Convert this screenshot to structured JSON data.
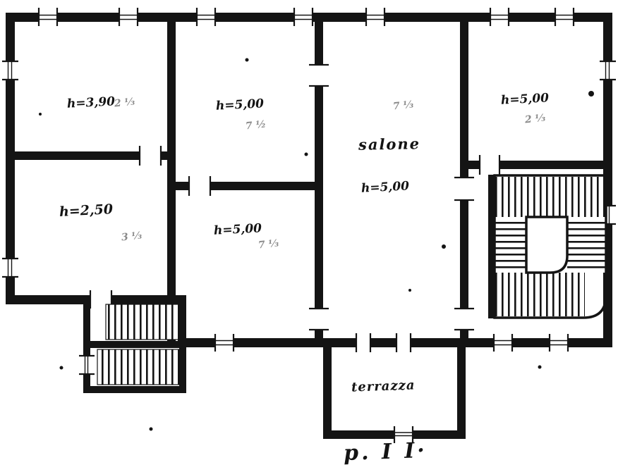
{
  "colors": {
    "ink": "#141414",
    "paper": "#ffffff"
  },
  "caption": "p. I I·",
  "rooms": {
    "top_left": {
      "height": "h=3,90",
      "note": "2 ⅓"
    },
    "mid_top": {
      "height": "h=5,00",
      "note": "7 ½"
    },
    "mid_low": {
      "height": "h=5,00",
      "note": "7 ⅓"
    },
    "left_mid": {
      "height": "h=2,50",
      "note": "3 ⅓"
    },
    "salone": {
      "name": "salone",
      "height": "h=5,00",
      "note": "7 ⅓"
    },
    "top_right": {
      "height": "h=5,00",
      "note": "2 ⅓"
    },
    "terrace": {
      "name": "terrazza"
    }
  }
}
